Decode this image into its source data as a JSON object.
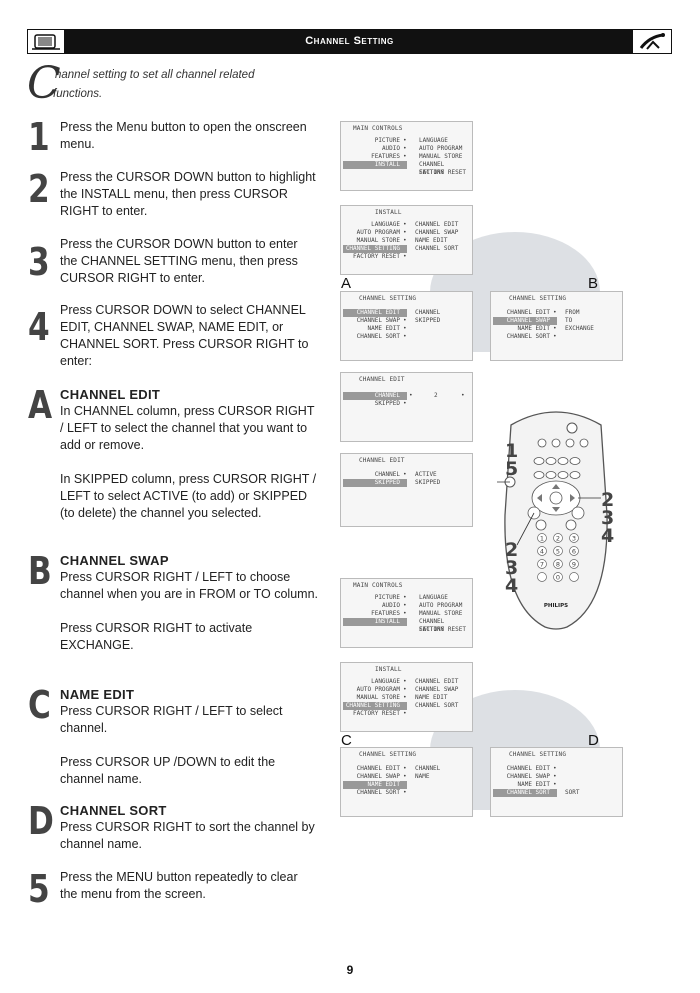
{
  "header": {
    "title": "Channel Setting"
  },
  "intro": {
    "cap": "C",
    "line1": "hannel setting to set all channel related",
    "line2": "functions."
  },
  "steps": [
    {
      "num": "1",
      "text": "Press the Menu button to open the onscreen menu."
    },
    {
      "num": "2",
      "text": "Press the CURSOR DOWN button to highlight the INSTALL menu, then press CURSOR RIGHT to enter."
    },
    {
      "num": "3",
      "text": "Press the CURSOR DOWN button to enter the CHANNEL SETTING menu, then press CURSOR RIGHT to enter."
    },
    {
      "num": "4",
      "text": "Press CURSOR DOWN to select CHANNEL EDIT, CHANNEL SWAP, NAME EDIT, or CHANNEL SORT. Press CURSOR RIGHT to enter:"
    }
  ],
  "sub": {
    "a": {
      "letter": "A",
      "heading": "CHANNEL EDIT",
      "p1": "In CHANNEL column, press CURSOR RIGHT / LEFT to select the channel that you want to add or remove.",
      "p2": "In SKIPPED column, press CURSOR RIGHT / LEFT to select ACTIVE (to add) or SKIPPED (to delete) the channel you selected."
    },
    "b": {
      "letter": "B",
      "heading": "CHANNEL SWAP",
      "p1": "Press CURSOR RIGHT / LEFT to choose channel when you are in FROM or TO column.",
      "p2": "Press CURSOR RIGHT to activate EXCHANGE."
    },
    "c": {
      "letter": "C",
      "heading": "NAME EDIT",
      "p1": "Press CURSOR RIGHT / LEFT to select channel.",
      "p2": "Press CURSOR UP /DOWN to edit the channel name."
    },
    "d": {
      "letter": "D",
      "heading": "CHANNEL SORT",
      "p1": "Press CURSOR RIGHT to sort the channel by channel name."
    }
  },
  "step5": {
    "num": "5",
    "text": "Press the MENU button repeatedly to clear the menu from the screen."
  },
  "screens": {
    "main": {
      "title": "MAIN CONTROLS",
      "left": [
        "PICTURE",
        "AUDIO",
        "FEATURES",
        "INSTALL"
      ],
      "right": [
        "LANGUAGE",
        "AUTO PROGRAM",
        "MANUAL STORE",
        "CHANNEL SETTING",
        "FACTORY RESET"
      ]
    },
    "install": {
      "title": "INSTALL",
      "left": [
        "LANGUAGE",
        "AUTO PROGRAM",
        "MANUAL STORE",
        "CHANNEL SETTING",
        "FACTORY RESET"
      ],
      "right": [
        "CHANNEL EDIT",
        "CHANNEL SWAP",
        "NAME EDIT",
        "CHANNEL SORT"
      ]
    },
    "cs_title": "CHANNEL SETTING",
    "cs_left": [
      "CHANNEL EDIT",
      "CHANNEL SWAP",
      "NAME EDIT",
      "CHANNEL SORT"
    ],
    "a_right": [
      "CHANNEL",
      "SKIPPED"
    ],
    "b_right": [
      "FROM",
      "TO",
      "EXCHANGE"
    ],
    "c_right": [
      "CHANNEL",
      "NAME"
    ],
    "d_right": [
      "SORT"
    ],
    "ce_title": "CHANNEL EDIT",
    "ce_left": [
      "CHANNEL",
      "SKIPPED"
    ],
    "ce1_value": "2",
    "ce2_right": [
      "ACTIVE",
      "SKIPPED"
    ]
  },
  "labels": {
    "A": "A",
    "B": "B",
    "C": "C",
    "D": "D"
  },
  "remote": {
    "brand": "PHILIPS",
    "callout_left_top": [
      "1",
      "5"
    ],
    "callout_right": [
      "2",
      "3",
      "4"
    ],
    "callout_left_bottom": [
      "2",
      "3",
      "4"
    ],
    "keys": [
      "1",
      "2",
      "3",
      "4",
      "5",
      "6",
      "7",
      "8",
      "9",
      "0"
    ]
  },
  "page_number": "9"
}
